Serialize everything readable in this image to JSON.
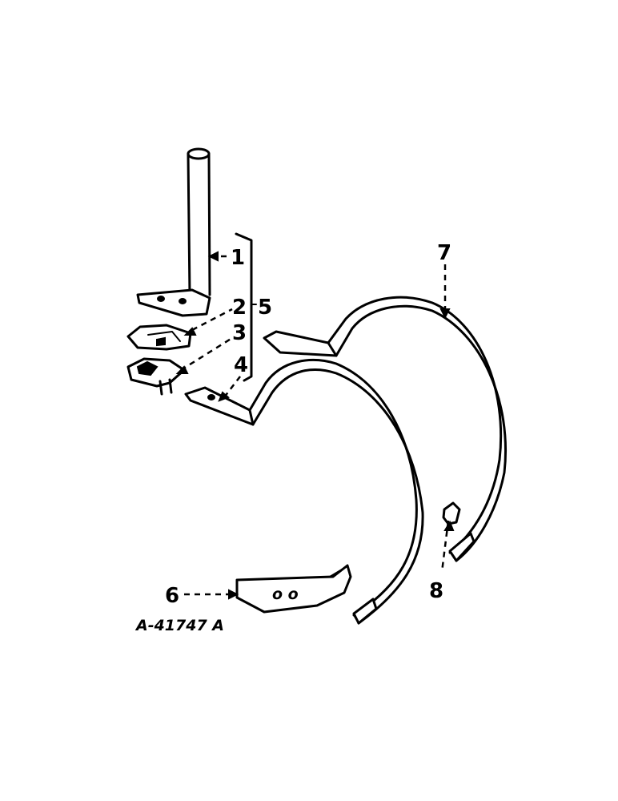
{
  "callouts": {
    "c1": "1",
    "c2": "2",
    "c3": "3",
    "c4": "4",
    "c5": "5",
    "c6": "6",
    "c7": "7",
    "c8": "8"
  },
  "reference_number": "A-41747 A"
}
